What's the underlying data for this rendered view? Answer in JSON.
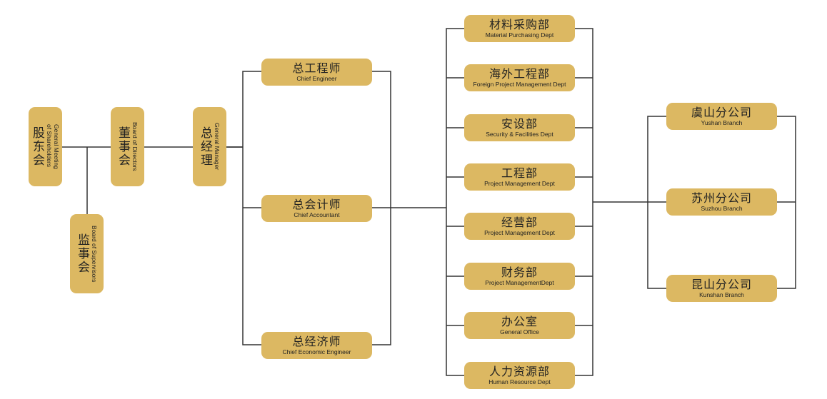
{
  "colors": {
    "box": "#dcb862",
    "line": "#333333"
  },
  "left": [
    {
      "zh": "股东会",
      "en_lines": [
        "General Meeting",
        "of Shareholders"
      ]
    },
    {
      "zh": "监事会",
      "en_lines": [
        "Board of Supervisors"
      ]
    },
    {
      "zh": "董事会",
      "en_lines": [
        "Board of Directors"
      ]
    },
    {
      "zh": "总经理",
      "en_lines": [
        "General Manager"
      ]
    }
  ],
  "executives": [
    {
      "zh": "总工程师",
      "en": "Chief Engineer"
    },
    {
      "zh": "总会计师",
      "en": "Chief Accountant"
    },
    {
      "zh": "总经济师",
      "en": "Chief Economic Engineer"
    }
  ],
  "departments": [
    {
      "zh": "材料采购部",
      "en": "Material Purchasing Dept"
    },
    {
      "zh": "海外工程部",
      "en": "Foreign Project Management Dept"
    },
    {
      "zh": "安设部",
      "en": "Security & Facilities Dept"
    },
    {
      "zh": "工程部",
      "en": "Project Management Dept"
    },
    {
      "zh": "经营部",
      "en": "Project Management Dept"
    },
    {
      "zh": "财务部",
      "en": "Project ManagementDept"
    },
    {
      "zh": "办公室",
      "en": "General Office"
    },
    {
      "zh": "人力资源部",
      "en": "Human Resource Dept"
    }
  ],
  "branches": [
    {
      "zh": "虞山分公司",
      "en": "Yushan Branch"
    },
    {
      "zh": "苏州分公司",
      "en": "Suzhou Branch"
    },
    {
      "zh": "昆山分公司",
      "en": "Kunshan Branch"
    }
  ]
}
